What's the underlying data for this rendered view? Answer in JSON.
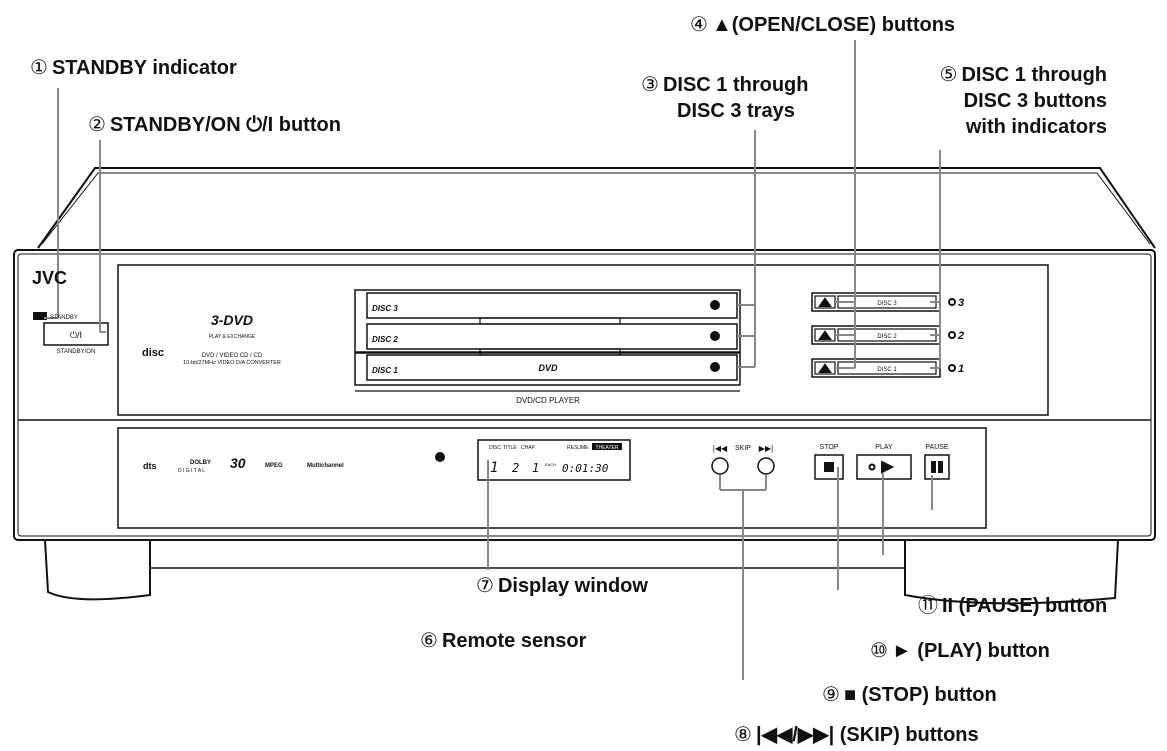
{
  "callouts": {
    "c1": {
      "num": "①",
      "label": "STANDBY indicator"
    },
    "c2": {
      "num": "②",
      "label": "STANDBY/ON ⏻/I button"
    },
    "c3": {
      "num": "③",
      "label": "DISC 1 through",
      "label2": "DISC 3 trays"
    },
    "c4": {
      "num": "④",
      "label": "▲(OPEN/CLOSE) buttons"
    },
    "c5": {
      "num": "⑤",
      "label": "DISC 1 through",
      "label2": "DISC 3 buttons",
      "label3": "with indicators"
    },
    "c6": {
      "num": "⑥",
      "label": "Remote sensor"
    },
    "c7": {
      "num": "⑦",
      "label": "Display window"
    },
    "c8": {
      "num": "⑧",
      "label": "|◀◀/▶▶| (SKIP) buttons"
    },
    "c9": {
      "num": "⑨",
      "label": "■ (STOP) button"
    },
    "c10": {
      "num": "⑩",
      "label": "► (PLAY) button"
    },
    "c11": {
      "num": "⑪",
      "label": "II (PAUSE) button"
    }
  },
  "device": {
    "brand": "JVC",
    "standby_label": "STANDBY",
    "power_glyph": "⏻/I",
    "standby_on_label": "STANDBY/ON",
    "logo_3dvd": "3-DVD",
    "logo_sub": "PLAY & EXCHANGE",
    "compact_disc": "disc",
    "formats": "DVD / VIDEO CD / CD",
    "converter": "10-bit/27MHz VIDEO D/A CONVERTER",
    "tray3": "DISC 3",
    "tray2": "DISC 2",
    "tray1": "DISC 1",
    "dvd_logo": "DVD",
    "model_label": "DVD/CD PLAYER",
    "btn_disc3": "DISC 3",
    "btn_disc2": "DISC 2",
    "btn_disc1": "DISC 1",
    "ind3": "3",
    "ind2": "2",
    "ind1": "1",
    "logos": {
      "dts": "dts",
      "dolby": "DOLBY",
      "digital": "D I G I T A L",
      "thirty": "30",
      "mpeg": "MPEG",
      "multichannel": "Multichannel"
    },
    "display": {
      "disc": "DISC",
      "title": "TITLE",
      "chap": "CHAP",
      "resume": "RESUME",
      "theater": "THEATER",
      "each": "EACH",
      "val_disc": "1",
      "val_title": "2",
      "val_chap": "1",
      "time": "0:01:30"
    },
    "skip_label": "SKIP",
    "stop_label": "STOP",
    "play_label": "PLAY",
    "pause_label": "PAUSE"
  },
  "colors": {
    "ink": "#111111",
    "panel": "#ffffff"
  }
}
